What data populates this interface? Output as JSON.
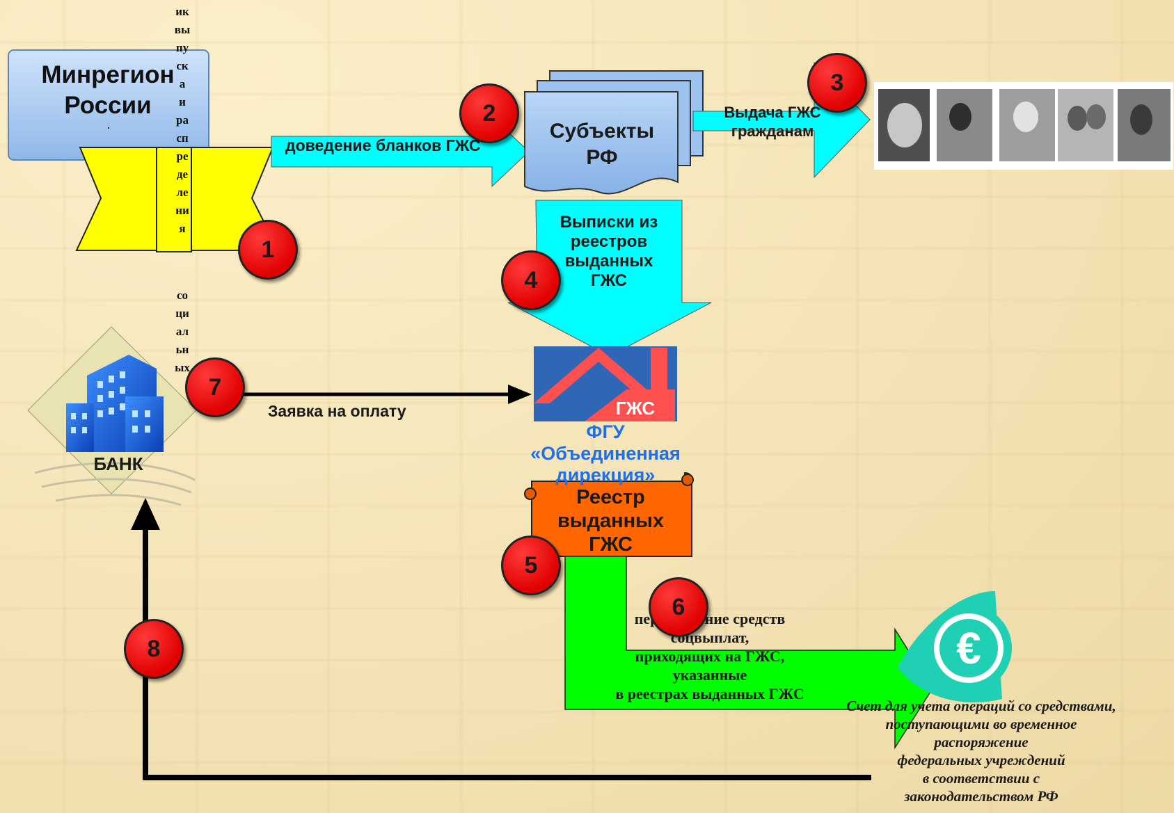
{
  "ministry": {
    "line1": "Минрегион",
    "line2": "России",
    "dot": "."
  },
  "vertical_fragment_top": [
    "ик",
    "вы",
    "пу",
    "ск",
    "а",
    "и",
    "ра",
    "сп",
    "ре",
    "де",
    "ле",
    "ни",
    "я"
  ],
  "vertical_fragment_bottom": [
    "со",
    "ци",
    "ал",
    "ьн",
    "ых"
  ],
  "arrow_blanks_label": "доведение бланков ГЖС",
  "subjects": {
    "line1": "Субъекты",
    "line2": "РФ"
  },
  "issuance_label": {
    "line1": "Выдача ГЖС",
    "line2": "гражданам"
  },
  "extracts_label": {
    "line1": "Выписки из",
    "line2": "реестров",
    "line3": "выданных",
    "line4": "ГЖС"
  },
  "gzhs_logo_text": "ГЖС",
  "fgu": {
    "line1": "ФГУ",
    "line2": "«Объединенная",
    "line3": "дирекция»"
  },
  "registry": {
    "line1": "Реестр",
    "line2": "выданных",
    "line3": "ГЖС"
  },
  "payment_request_label": "Заявка на оплату",
  "bank_label": "БАНК",
  "transfer_label": {
    "line1": "перечисление средств",
    "line2": "соцвыплат,",
    "line3": "приходящих на ГЖС,",
    "line4": "указанные",
    "line5": "в реестрах выданных ГЖС"
  },
  "account_label": {
    "line1": "Счет для учета операций со средствами,",
    "line2": "поступающими во временное",
    "line3": "распоряжение",
    "line4": "федеральных учреждений",
    "line5": "в соответствии с",
    "line6": "законодательством РФ"
  },
  "badges": [
    "1",
    "2",
    "3",
    "4",
    "5",
    "6",
    "7",
    "8"
  ],
  "icons": {
    "currency": "euro-icon",
    "bank": "bank-building-icon",
    "people": "citizens-photos-icon",
    "certificate": "certificate-icon"
  },
  "colors": {
    "cyan_arrow": "#00ffff",
    "yellow_shape": "#ffff00",
    "blue_box": "#a7c9f0",
    "subjects_box": "#9cc3ee",
    "orange_scroll": "#ff6600",
    "green_arrow": "#00ff00",
    "badge_red": "#ff0000",
    "fgu_text": "#1e6fe8",
    "euro_teal": "#1fd0b5"
  }
}
